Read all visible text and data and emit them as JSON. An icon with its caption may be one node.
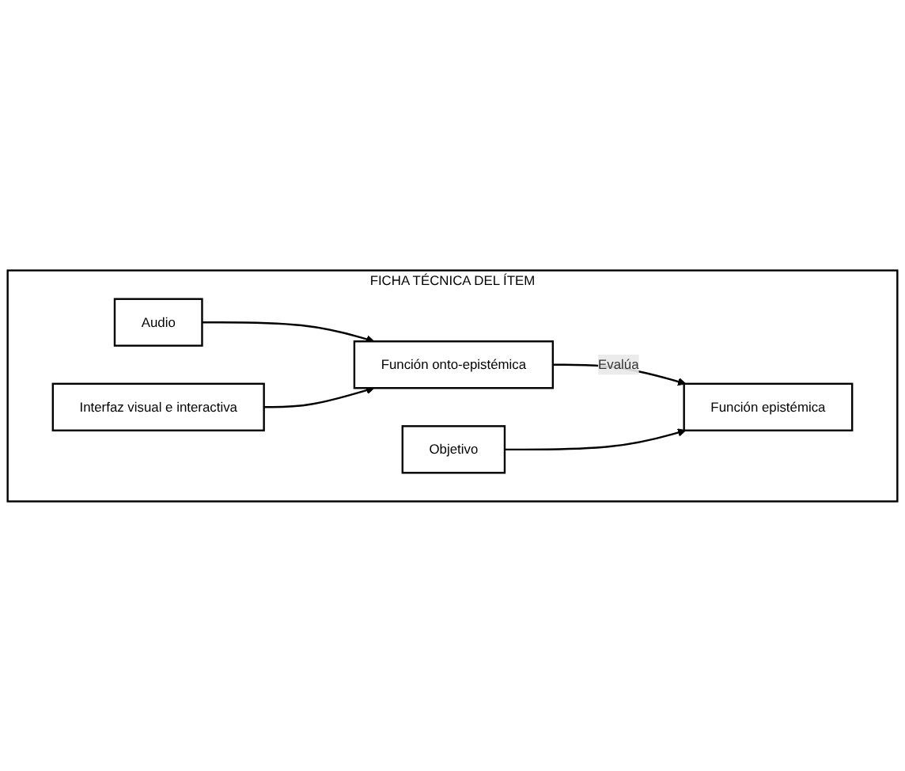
{
  "diagram": {
    "nodes": [
      {
        "text": [
          "FICHA TÉCNICA DEL ÍTEM"
        ]
      },
      {
        "text": [
          "Audio"
        ],
        "in": 0
      },
      {
        "text": [
          "Función onto-epistémica"
        ],
        "in": 0
      },
      {
        "text": [
          "Interfaz visual e interactiva"
        ],
        "in": 0
      },
      {
        "text": [
          "Objetivo"
        ],
        "in": 0
      },
      {
        "text": [
          "Función epistémica"
        ],
        "in": 0
      }
    ],
    "edges": [
      {
        "from": 1,
        "to": 2,
        "arrow": "to"
      },
      {
        "from": 3,
        "to": 2,
        "arrow": "to"
      },
      {
        "from": 2,
        "to": 5,
        "arrow": "to",
        "label": "Evalúa"
      },
      {
        "from": 4,
        "to": 5,
        "arrow": "to"
      }
    ]
  }
}
